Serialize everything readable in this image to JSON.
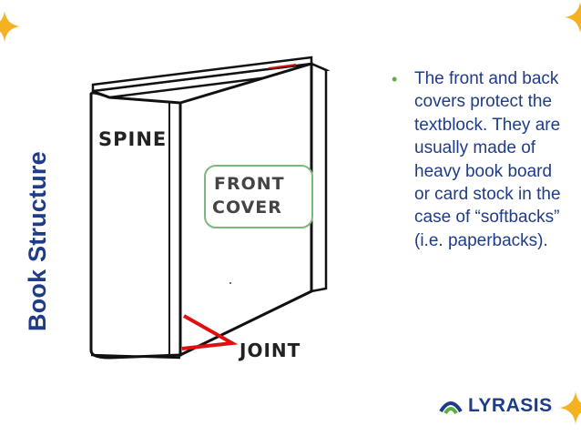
{
  "slide": {
    "title": "Book Structure",
    "bullet": "The front and back covers protect the textblock. They are usually made of heavy book board or card stock in the case of “softbacks” (i.e. paperbacks).",
    "accent_color": "#f4b223",
    "title_color": "#1f3c88",
    "bullet_color": "#5fae3b"
  },
  "illustration": {
    "spine_label": "SPINE",
    "front_cover_label_line1": "FRONT",
    "front_cover_label_line2": "COVER",
    "joint_label": "JOINT"
  },
  "logo": {
    "text": "LYRASIS"
  }
}
